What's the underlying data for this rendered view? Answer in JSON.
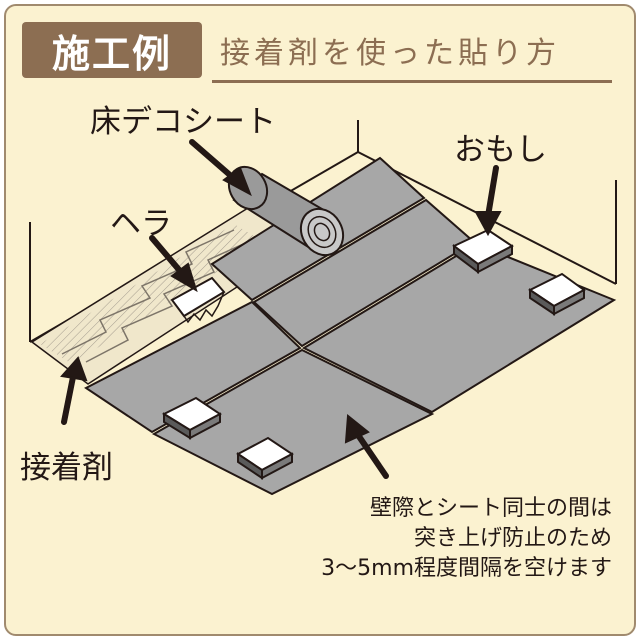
{
  "header": {
    "badge": "施工例",
    "subtitle": "接着剤を使った貼り方"
  },
  "labels": {
    "floor_sheet": "床デコシート",
    "spatula": "ヘラ",
    "weights": "おもし",
    "adhesive": "接着剤"
  },
  "note": {
    "lines": [
      "壁際とシート同士の間は",
      "突き上げ防止のため",
      "3〜5mm程度間隔を空けます"
    ]
  },
  "colors": {
    "frame_bg": "#fbf2d0",
    "frame_border": "#a08a6e",
    "header_brown": "#8c6e52",
    "sheet_gray": "#a7a7a7",
    "adhesive_cream": "#f0e7cb",
    "ink": "#231815"
  }
}
